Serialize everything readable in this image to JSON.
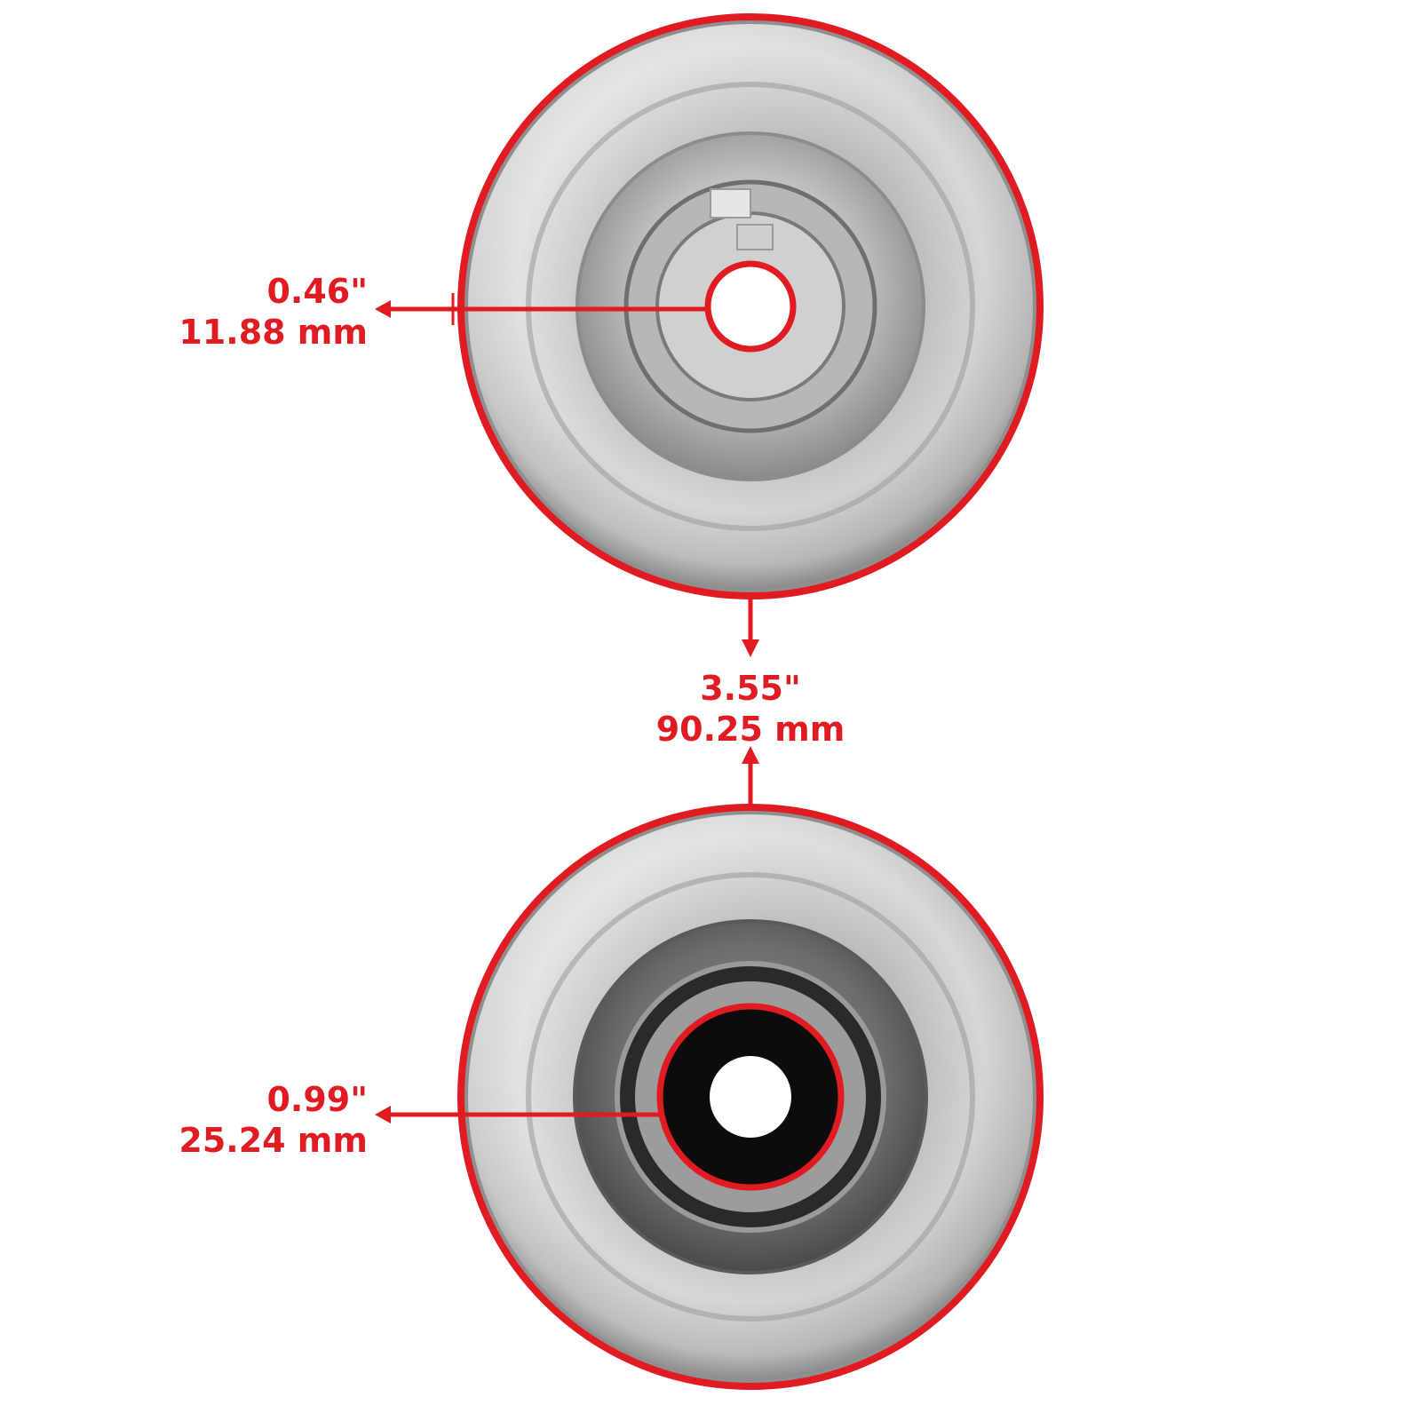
{
  "colors": {
    "accent": "#e01b22",
    "metal_light": "#e4e4e4",
    "metal_mid": "#a9a9a9",
    "metal_dark": "#6b6b6b",
    "bore_dark": "#0c0c0c"
  },
  "icons": [
    "arrow-left-icon",
    "arrow-down-icon",
    "arrow-up-icon"
  ],
  "measurements": {
    "top_bore": {
      "inch": "0.46\"",
      "mm": "11.88 mm"
    },
    "center_distance": {
      "inch": "3.55\"",
      "mm": "90.25 mm"
    },
    "bottom_bore": {
      "inch": "0.99\"",
      "mm": "25.24 mm"
    }
  }
}
